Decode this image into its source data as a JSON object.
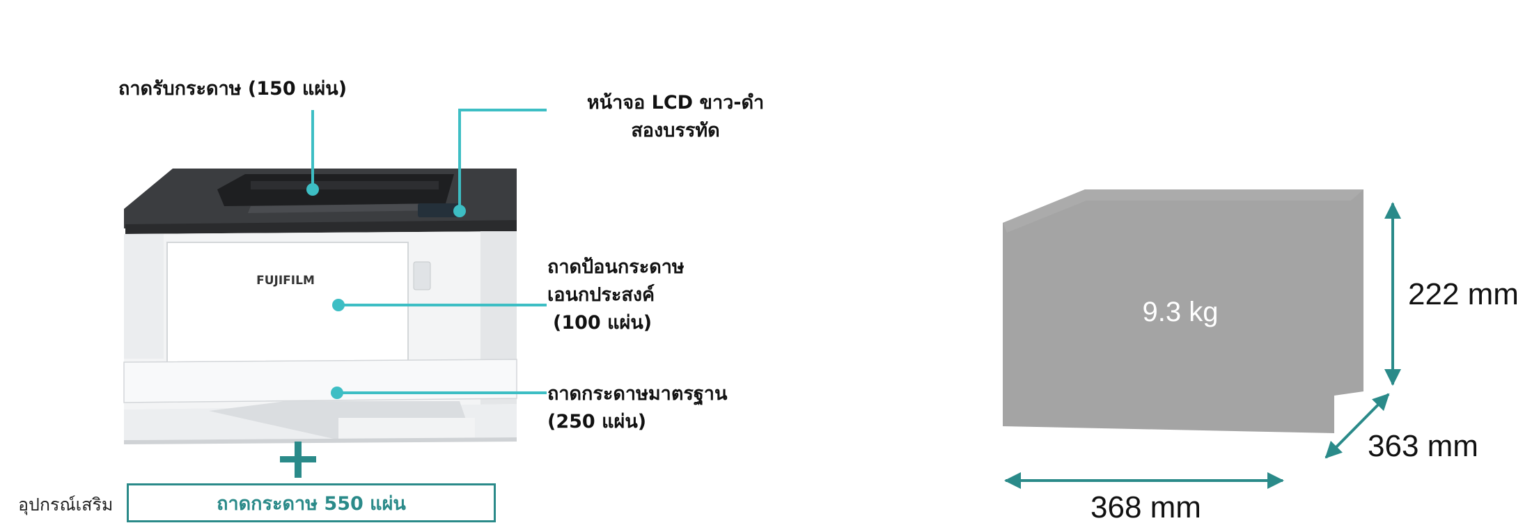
{
  "printer": {
    "brand_label": "FUJIFILM"
  },
  "callouts": {
    "output_tray": "ถาดรับกระดาษ (150 แผ่น)",
    "lcd_line1": "หน้าจอ LCD ขาว-ดำ",
    "lcd_line2": "สองบรรทัด",
    "bypass_line1": "ถาดป้อนกระดาษ",
    "bypass_line2": "เอนกประสงค์",
    "bypass_line3": "(100 แผ่น)",
    "standard_line1": "ถาดกระดาษมาตรฐาน",
    "standard_line2": "(250 แผ่น)"
  },
  "option": {
    "label": "อุปกรณ์เสริม",
    "tray_text": "ถาดกระดาษ 550 แผ่น"
  },
  "dimensions": {
    "weight": "9.3 kg",
    "height": "222 mm",
    "depth": "363 mm",
    "width": "368 mm"
  },
  "colors": {
    "accent": "#3dbec4",
    "dark_teal": "#2a8a89",
    "box_gray": "#a4a4a4"
  }
}
